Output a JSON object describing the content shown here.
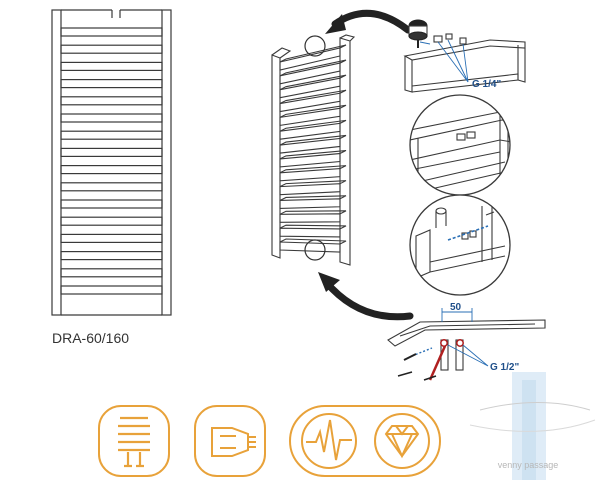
{
  "product": {
    "model": "DRA-60/160"
  },
  "annotations": {
    "valve_thread": "G 1/4\"",
    "inlet_thread": "G 1/2\"",
    "spacing": "50"
  },
  "watermark": {
    "text": "venny passage"
  },
  "feature_icons": [
    {
      "name": "heating-radiator-icon"
    },
    {
      "name": "electric-plug-icon"
    },
    {
      "name": "waveform-icon"
    },
    {
      "name": "diamond-icon"
    }
  ],
  "colors": {
    "line": "#3a3a3a",
    "icon_orange": "#e8a23a",
    "pipe_blue": "#2a6fb5",
    "watermark_blue": "#c9dff0",
    "arrow_dark": "#222222"
  }
}
